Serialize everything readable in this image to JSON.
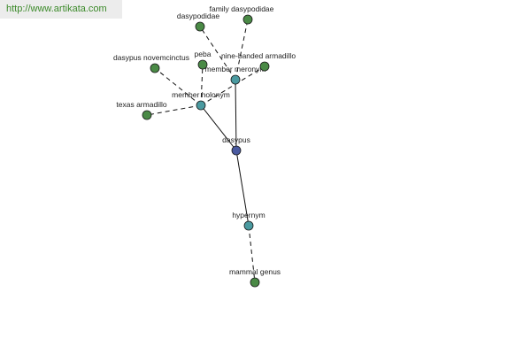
{
  "watermark": {
    "text": "http://www.artikata.com"
  },
  "colors": {
    "root": "#4a5aa0",
    "relation": "#4a9aa0",
    "leaf": "#4a8a46",
    "watermark_text": "#3c8a2a"
  },
  "nodes": [
    {
      "id": "dasypus",
      "label": "dasypus",
      "kind": "root"
    },
    {
      "id": "hypernym",
      "label": "hypernym",
      "kind": "relation"
    },
    {
      "id": "member_holonym",
      "label": "member holonym",
      "kind": "relation"
    },
    {
      "id": "member_meronym",
      "label": "member meronym",
      "kind": "relation"
    },
    {
      "id": "mammal_genus",
      "label": "mammal genus",
      "kind": "leaf"
    },
    {
      "id": "texas_armadillo",
      "label": "texas armadillo",
      "kind": "leaf"
    },
    {
      "id": "dasypus_novemcinctus",
      "label": "dasypus novemcinctus",
      "kind": "leaf"
    },
    {
      "id": "peba",
      "label": "peba",
      "kind": "leaf"
    },
    {
      "id": "nine_banded_armadillo",
      "label": "nine-banded armadillo",
      "kind": "leaf"
    },
    {
      "id": "dasypodidae",
      "label": "dasypodidae",
      "kind": "leaf"
    },
    {
      "id": "family_dasypodidae",
      "label": "family dasypodidae",
      "kind": "leaf"
    }
  ],
  "edges": [
    {
      "from": "dasypus",
      "to": "hypernym",
      "style": "solid"
    },
    {
      "from": "dasypus",
      "to": "member_holonym",
      "style": "solid"
    },
    {
      "from": "dasypus",
      "to": "member_meronym",
      "style": "solid"
    },
    {
      "from": "hypernym",
      "to": "mammal_genus",
      "style": "dashed"
    },
    {
      "from": "member_holonym",
      "to": "texas_armadillo",
      "style": "dashed"
    },
    {
      "from": "member_holonym",
      "to": "dasypus_novemcinctus",
      "style": "dashed"
    },
    {
      "from": "member_holonym",
      "to": "peba",
      "style": "dashed"
    },
    {
      "from": "member_holonym",
      "to": "nine_banded_armadillo",
      "style": "dashed"
    },
    {
      "from": "member_meronym",
      "to": "dasypodidae",
      "style": "dashed"
    },
    {
      "from": "member_meronym",
      "to": "family_dasypodidae",
      "style": "dashed"
    }
  ]
}
